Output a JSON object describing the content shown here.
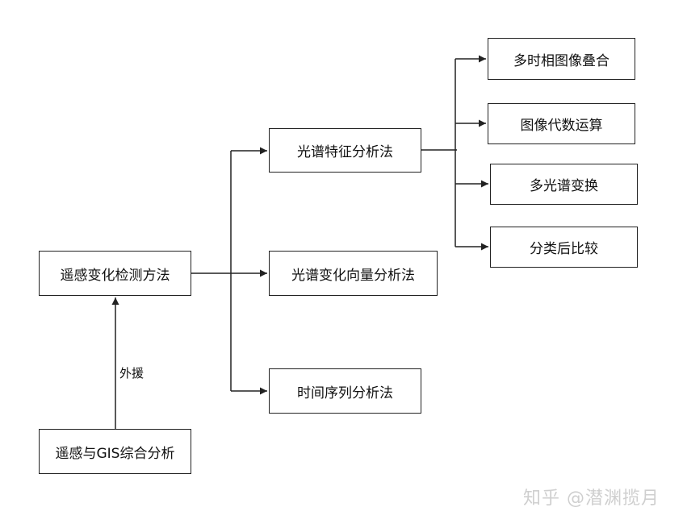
{
  "nodes": {
    "root": "遥感变化检测方法",
    "gis": "遥感与GIS综合分析",
    "spectral_feature": "光谱特征分析法",
    "spectral_vector": "光谱变化向量分析法",
    "time_series": "时间序列分析法",
    "multi_temporal": "多时相图像叠合",
    "image_algebra": "图像代数运算",
    "multispectral": "多光谱变换",
    "post_classification": "分类后比较"
  },
  "edges": {
    "gis_to_root_label": "外援"
  },
  "watermark": "知乎 @潜渊揽月",
  "colors": {
    "line": "#222222",
    "watermark": "#cfcfcf"
  }
}
